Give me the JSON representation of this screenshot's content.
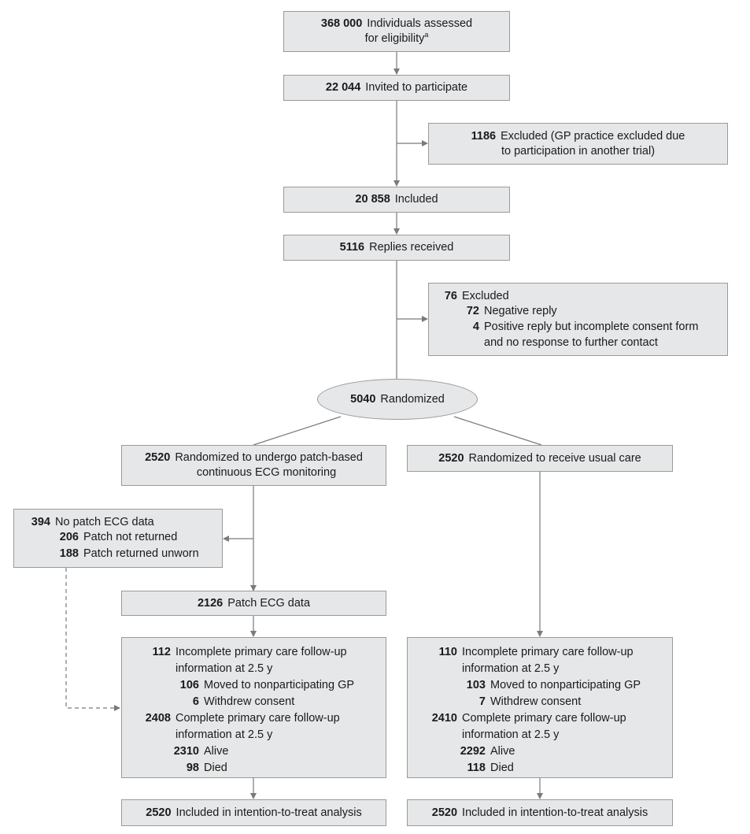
{
  "assessed": {
    "n": "368 000",
    "text1": "Individuals assessed",
    "text2": "for eligibility",
    "sup": "a"
  },
  "invited": {
    "n": "22 044",
    "text": "Invited to participate"
  },
  "excluded_gp": {
    "n": "1186",
    "text1": "Excluded (GP practice excluded due",
    "text2": "to participation in another trial)"
  },
  "included": {
    "n": "20 858",
    "text": "Included"
  },
  "replies": {
    "n": "5116",
    "text": "Replies received"
  },
  "excluded_replies": {
    "n": "76",
    "text": "Excluded",
    "items": [
      {
        "n": "72",
        "text": "Negative reply"
      },
      {
        "n": "4",
        "text": "Positive reply but incomplete consent form",
        "text2": "and no response to further contact"
      }
    ]
  },
  "randomized": {
    "n": "5040",
    "text": "Randomized"
  },
  "patch_arm": {
    "title": {
      "n": "2520",
      "text1": "Randomized to undergo patch-based",
      "text2": "continuous ECG monitoring"
    },
    "no_data": {
      "n": "394",
      "text": "No patch ECG data",
      "items": [
        {
          "n": "206",
          "text": "Patch not returned"
        },
        {
          "n": "188",
          "text": "Patch returned unworn"
        }
      ]
    },
    "ecg_data": {
      "n": "2126",
      "text": "Patch ECG data"
    },
    "followup": [
      {
        "n": "112",
        "text": "Incomplete primary care follow-up",
        "text2": "information at 2.5 y"
      },
      {
        "n": "106",
        "text": "Moved to nonparticipating GP"
      },
      {
        "n": "6",
        "text": "Withdrew consent"
      },
      {
        "n": "2408",
        "text": "Complete primary care follow-up",
        "text2": "information at 2.5 y"
      },
      {
        "n": "2310",
        "text": "Alive"
      },
      {
        "n": "98",
        "text": "Died"
      }
    ],
    "analysis": {
      "n": "2520",
      "text": "Included in intention-to-treat analysis"
    }
  },
  "usual_arm": {
    "title": {
      "n": "2520",
      "text": "Randomized to receive usual care"
    },
    "followup": [
      {
        "n": "110",
        "text": "Incomplete primary care follow-up",
        "text2": "information at 2.5 y"
      },
      {
        "n": "103",
        "text": "Moved to nonparticipating GP"
      },
      {
        "n": "7",
        "text": "Withdrew consent"
      },
      {
        "n": "2410",
        "text": "Complete primary care follow-up",
        "text2": "information at 2.5 y"
      },
      {
        "n": "2292",
        "text": "Alive"
      },
      {
        "n": "118",
        "text": "Died"
      }
    ],
    "analysis": {
      "n": "2520",
      "text": "Included in intention-to-treat analysis"
    }
  }
}
